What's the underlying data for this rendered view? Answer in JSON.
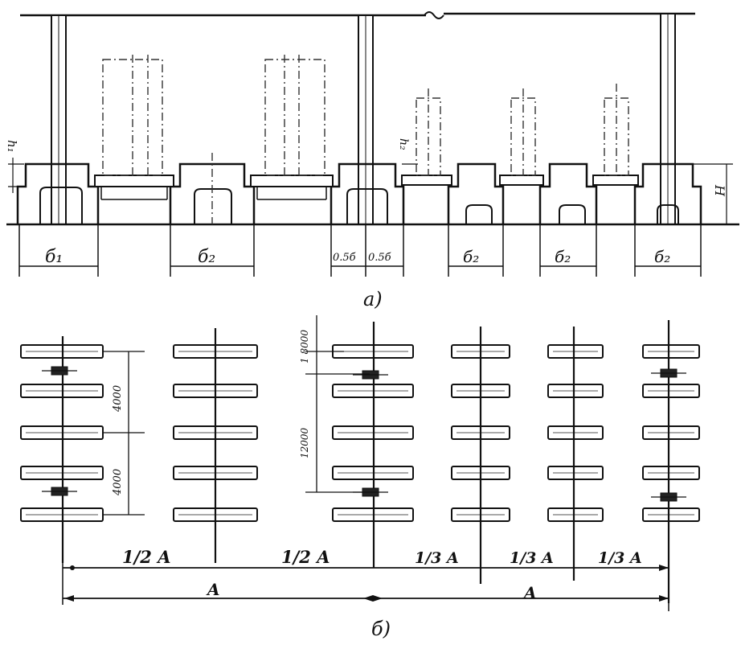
{
  "section_a": {
    "caption": "а)",
    "width_labels": [
      "б₁",
      "б₂",
      "б₂",
      "б₂",
      "б₂"
    ],
    "half_widths": [
      "0.5б",
      "0.5б"
    ],
    "height_label_left": "h₁",
    "height_label_mid": "h₂",
    "height_label_right": "H"
  },
  "section_b": {
    "caption": "б)",
    "dim_left_upper": "4000",
    "dim_left_lower": "4000",
    "dim_mid_upper": "1 8000",
    "dim_mid_lower": "12000",
    "spacing_labels": [
      "1/2 A",
      "1/2 A",
      "1/3 A",
      "1/3 A",
      "1/3 A"
    ],
    "span_labels": [
      "A",
      "A"
    ]
  }
}
